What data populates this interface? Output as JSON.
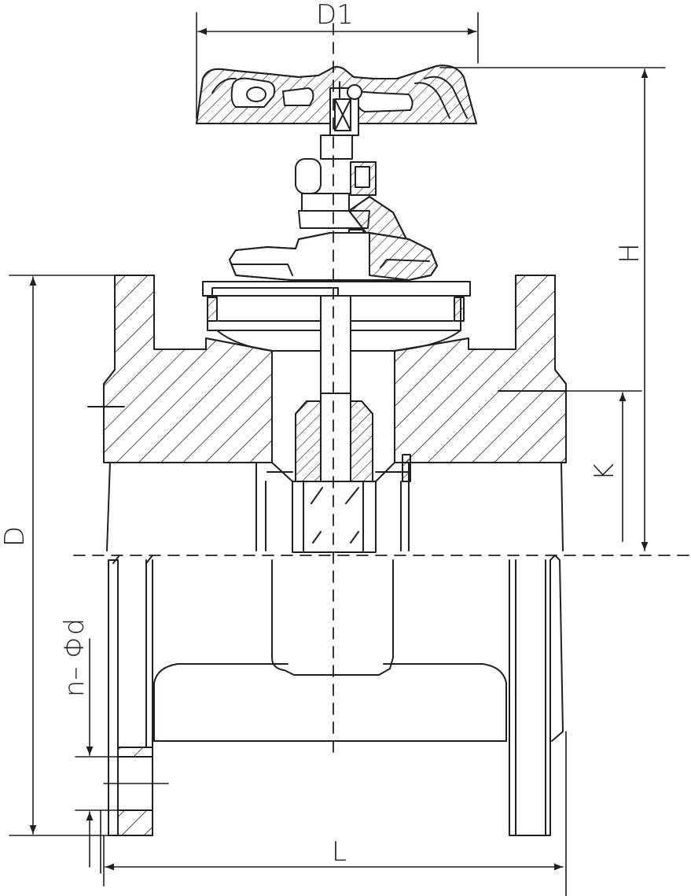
{
  "dimensions": {
    "d1": "D1",
    "h": "H",
    "d": "D",
    "k": "K",
    "nd": "n– Φd",
    "l": "L"
  },
  "colors": {
    "line": "#231f20",
    "background": "#ffffff"
  }
}
